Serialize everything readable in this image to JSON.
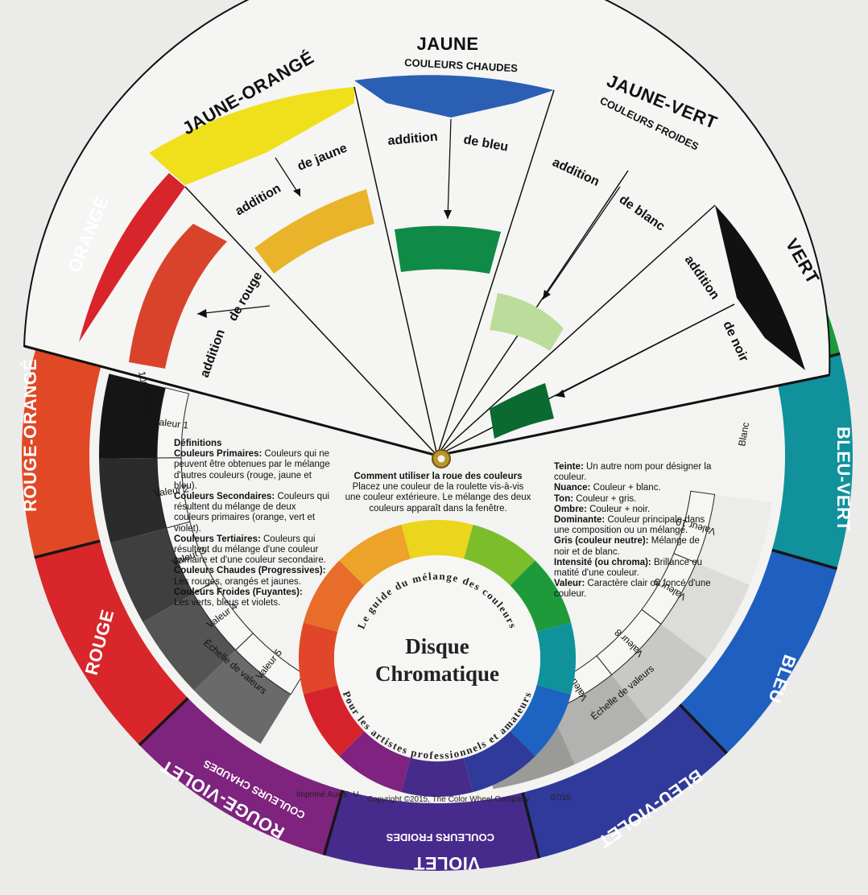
{
  "outer_labels": [
    {
      "id": "jaune",
      "text": "JAUNE",
      "color": "#f1dc1c"
    },
    {
      "id": "jaune-vert",
      "text": "JAUNE-VERT",
      "color": "#7cbc2c"
    },
    {
      "id": "vert",
      "text": "VERT",
      "color": "#199a3c"
    },
    {
      "id": "bleu-vert",
      "text": "BLEU-VERT",
      "color": "#10919b"
    },
    {
      "id": "bleu",
      "text": "BLEU",
      "color": "#1f5fbf"
    },
    {
      "id": "bleu-violet",
      "text": "BLEU-VIOLET",
      "color": "#2f3a9a"
    },
    {
      "id": "violet",
      "text": "VIOLET",
      "color": "#472b8c"
    },
    {
      "id": "rouge-violet",
      "text": "ROUGE-VIOLET",
      "color": "#7e237e"
    },
    {
      "id": "rouge",
      "text": "ROUGE",
      "color": "#d8262a"
    },
    {
      "id": "rouge-orange",
      "text": "ROUGE-ORANGÉ",
      "color": "#e14825"
    },
    {
      "id": "orange",
      "text": "ORANGÉ",
      "color": "#e8712a"
    },
    {
      "id": "jaune-orange",
      "text": "JAUNE-ORANGÉ",
      "color": "#eda428"
    }
  ],
  "temp_labels": {
    "chaudes_top": "COULEURS CHAUDES",
    "froides_top": "COULEURS FROIDES",
    "chaudes_bottom": "COULEURS CHAUDES",
    "froides_bottom": "COULEURS FROIDES"
  },
  "windows": {
    "add_rouge_1": "addition",
    "add_rouge_2": "de rouge",
    "add_jaune_1": "addition",
    "add_jaune_2": "de jaune",
    "add_bleu_1": "addition",
    "add_bleu_2": "de bleu",
    "add_blanc_1": "addition",
    "add_blanc_2": "de blanc",
    "add_noir_1": "addition",
    "add_noir_2": "de noir"
  },
  "value_scale_left": {
    "top": "100% Noir",
    "values": [
      "Valeur 1",
      "Valeur 2",
      "Valeur 3",
      "Valeur 4",
      "Valeur 5"
    ],
    "caption": "Échelle de valeurs"
  },
  "value_scale_right": {
    "top": "Blanc",
    "values": [
      "Valeur 10",
      "Valeur 9",
      "Valeur 8",
      "Valeur 7",
      "Valeur 6"
    ],
    "caption": "Échelle de valeurs"
  },
  "definitions": {
    "heading": "Définitions",
    "primaires_term": "Couleurs Primaires:",
    "primaires_text": " Couleurs qui ne peuvent être obtenues par le mélange d'autres couleurs (rouge, jaune et bleu).",
    "secondaires_term": "Couleurs Secondaires:",
    "secondaires_text": " Couleurs qui résultent du mélange de deux couleurs primaires (orange, vert et violet).",
    "tertiaires_term": "Couleurs Tertiaires:",
    "tertiaires_text": " Couleurs qui résultent du mélange d'une couleur primaire et d'une couleur secondaire.",
    "chaudes_term": "Couleurs Chaudes (Progressives):",
    "chaudes_text": "Les rouges, orangés et jaunes.",
    "froides_term": "Couleurs Froides (Fuyantes):",
    "froides_text": "Les verts, bleus et violets."
  },
  "howto": {
    "heading": "Comment utiliser la roue des couleurs",
    "text": "Placez une couleur de la roulette vis-à-vis une couleur extérieure. Le mélange des deux couleurs apparaît dans la fenêtre."
  },
  "terms": {
    "teinte_term": "Teinte:",
    "teinte_text": " Un autre nom pour désigner la couleur.",
    "nuance_term": "Nuance:",
    "nuance_text": " Couleur + blanc.",
    "ton_term": "Ton:",
    "ton_text": " Couleur + gris.",
    "ombre_term": "Ombre:",
    "ombre_text": " Couleur + noir.",
    "dominante_term": "Dominante:",
    "dominante_text": " Couleur principale dans une composition ou un mélange.",
    "gris_term": "Gris (couleur neutre):",
    "gris_text": " Mélange de noir et de blanc.",
    "intensite_term": "Intensité (ou chroma):",
    "intensite_text": " Brillance ou matité d'une couleur.",
    "valeur_term": "Valeur:",
    "valeur_text": " Caractère clair ou foncé d'une couleur."
  },
  "center": {
    "title_1": "Disque",
    "title_2": "Chromatique",
    "ring_top": "Le guide du mélange des couleurs",
    "ring_bottom": "Pour les artistes professionnels et amateurs"
  },
  "footer": {
    "imprint": "Imprimé Aux E. U.",
    "copyright": "Copyright ©2015, The Color Wheel Company",
    "code": "07/15"
  },
  "inner_wheel_colors": [
    "#ecd51d",
    "#7cbd2b",
    "#1e9a3a",
    "#10929b",
    "#1d64c2",
    "#2f3a9b",
    "#472b8b",
    "#7f2280",
    "#d6232b",
    "#e2462a",
    "#e86d2a",
    "#eda22a"
  ],
  "window_colors": {
    "rouge": "#d9432b",
    "jaune": "#e9b42a",
    "bleu": "#0f8a47",
    "blanc": "#bcdc9c",
    "noir": "#0a6a30"
  }
}
